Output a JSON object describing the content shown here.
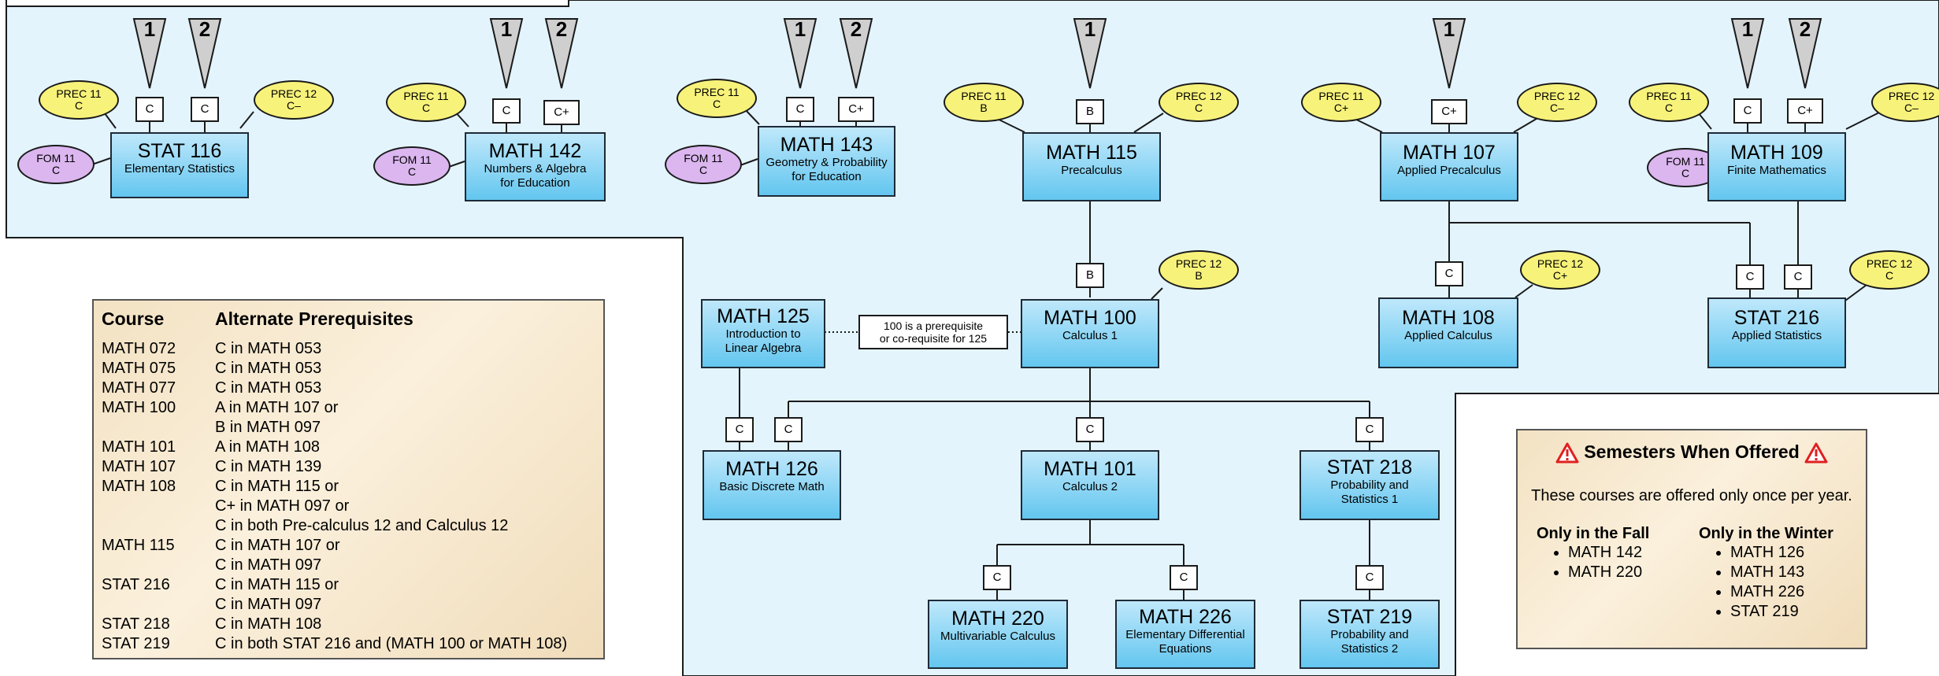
{
  "prerequisite_grades": {
    "stat116": [
      "C",
      "C"
    ],
    "math142": [
      "C",
      "C+"
    ],
    "math143": [
      "C",
      "C+"
    ],
    "math115": "B",
    "math107": "C+",
    "math109": [
      "C",
      "C+"
    ],
    "math100_from_115": "B",
    "math108_from_107": "C",
    "stat216": [
      "C",
      "C"
    ],
    "math126": [
      "C",
      "C"
    ],
    "math101": "C",
    "stat218": "C",
    "math220": "C",
    "math226": "C",
    "stat219": "C"
  },
  "triangle_labels": {
    "stat116": [
      "1",
      "2"
    ],
    "math142": [
      "1",
      "2"
    ],
    "math143": [
      "1",
      "2"
    ],
    "math115": "1",
    "math107": "1",
    "math109": [
      "1",
      "2"
    ]
  },
  "ellipses": {
    "stat116_prec11": {
      "line1": "PREC 11",
      "line2": "C"
    },
    "stat116_prec12": {
      "line1": "PREC 12",
      "line2": "C–"
    },
    "stat116_fom11": {
      "line1": "FOM 11",
      "line2": "C"
    },
    "math142_prec11": {
      "line1": "PREC 11",
      "line2": "C"
    },
    "math142_fom11": {
      "line1": "FOM 11",
      "line2": "C"
    },
    "math143_prec11": {
      "line1": "PREC 11",
      "line2": "C"
    },
    "math143_fom11": {
      "line1": "FOM 11",
      "line2": "C"
    },
    "math115_prec11": {
      "line1": "PREC 11",
      "line2": "B"
    },
    "math115_prec12": {
      "line1": "PREC 12",
      "line2": "C"
    },
    "math107_prec11": {
      "line1": "PREC 11",
      "line2": "C+"
    },
    "math107_prec12": {
      "line1": "PREC 12",
      "line2": "C–"
    },
    "math109_prec11": {
      "line1": "PREC 11",
      "line2": "C"
    },
    "math109_prec12": {
      "line1": "PREC 12",
      "line2": "C–"
    },
    "math109_fom11": {
      "line1": "FOM 11",
      "line2": "C"
    },
    "math100_prec12": {
      "line1": "PREC 12",
      "line2": "B"
    },
    "math108_prec12": {
      "line1": "PREC 12",
      "line2": "C+"
    },
    "stat216_prec12": {
      "line1": "PREC 12",
      "line2": "C"
    }
  },
  "courses": {
    "stat116": {
      "code": "STAT 116",
      "name": "Elementary Statistics"
    },
    "math142": {
      "code": "MATH 142",
      "name": "Numbers & Algebra\nfor Education"
    },
    "math143": {
      "code": "MATH 143",
      "name": "Geometry & Probability\nfor Education"
    },
    "math115": {
      "code": "MATH 115",
      "name": "Precalculus"
    },
    "math107": {
      "code": "MATH 107",
      "name": "Applied Precalculus"
    },
    "math109": {
      "code": "MATH 109",
      "name": "Finite Mathematics"
    },
    "math125": {
      "code": "MATH 125",
      "name": "Introduction to\nLinear Algebra"
    },
    "math100": {
      "code": "MATH 100",
      "name": "Calculus 1"
    },
    "math108": {
      "code": "MATH 108",
      "name": "Applied Calculus"
    },
    "stat216": {
      "code": "STAT 216",
      "name": "Applied Statistics"
    },
    "math126": {
      "code": "MATH 126",
      "name": "Basic Discrete Math"
    },
    "math101": {
      "code": "MATH 101",
      "name": "Calculus 2"
    },
    "stat218": {
      "code": "STAT 218",
      "name": "Probability and\nStatistics 1"
    },
    "math220": {
      "code": "MATH 220",
      "name": "Multivariable Calculus"
    },
    "math226": {
      "code": "MATH 226",
      "name": "Elementary Differential\nEquations"
    },
    "stat219": {
      "code": "STAT 219",
      "name": "Probability and\nStatistics 2"
    }
  },
  "coreq_note": "100 is a prerequisite\nor co-requisite for 125",
  "alternate_prerequisites": {
    "header_course": "Course",
    "header_alt": "Alternate Prerequisites",
    "rows": [
      [
        "MATH 072",
        "C in MATH 053"
      ],
      [
        "MATH 075",
        "C in MATH 053"
      ],
      [
        "MATH 077",
        "C in MATH 053"
      ],
      [
        "MATH 100",
        "A in MATH 107 or"
      ],
      [
        "",
        "B in MATH 097"
      ],
      [
        "MATH 101",
        "A in MATH 108"
      ],
      [
        "MATH 107",
        "C in MATH 139"
      ],
      [
        "MATH 108",
        "C in MATH 115 or"
      ],
      [
        "",
        "C+ in MATH 097 or"
      ],
      [
        "",
        "C in both Pre-calculus 12 and Calculus 12"
      ],
      [
        "MATH 115",
        "C in MATH 107 or"
      ],
      [
        "",
        "C in MATH 097"
      ],
      [
        "STAT 216",
        "C in MATH 115 or"
      ],
      [
        "",
        "C in MATH 097"
      ],
      [
        "STAT 218",
        "C in MATH 108"
      ],
      [
        "STAT 219",
        "C in both STAT 216 and (MATH 100 or MATH 108)"
      ]
    ]
  },
  "semesters": {
    "title": "Semesters When Offered",
    "description": "These courses are offered only once per year.",
    "fall_heading": "Only in the Fall",
    "fall": [
      "MATH 142",
      "MATH 220"
    ],
    "winter_heading": "Only in the Winter",
    "winter": [
      "MATH 126",
      "MATH 143",
      "MATH 226",
      "STAT 219"
    ]
  },
  "colors": {
    "region_fill": "#e3f4fd",
    "course_fill_top": "#bfe8fb",
    "course_fill_bottom": "#63c6ef",
    "prec_fill": "#f7f27a",
    "fom_fill": "#dbb6ef",
    "triangle_fill": "#cfcfcf",
    "warning_red": "#e02020"
  }
}
